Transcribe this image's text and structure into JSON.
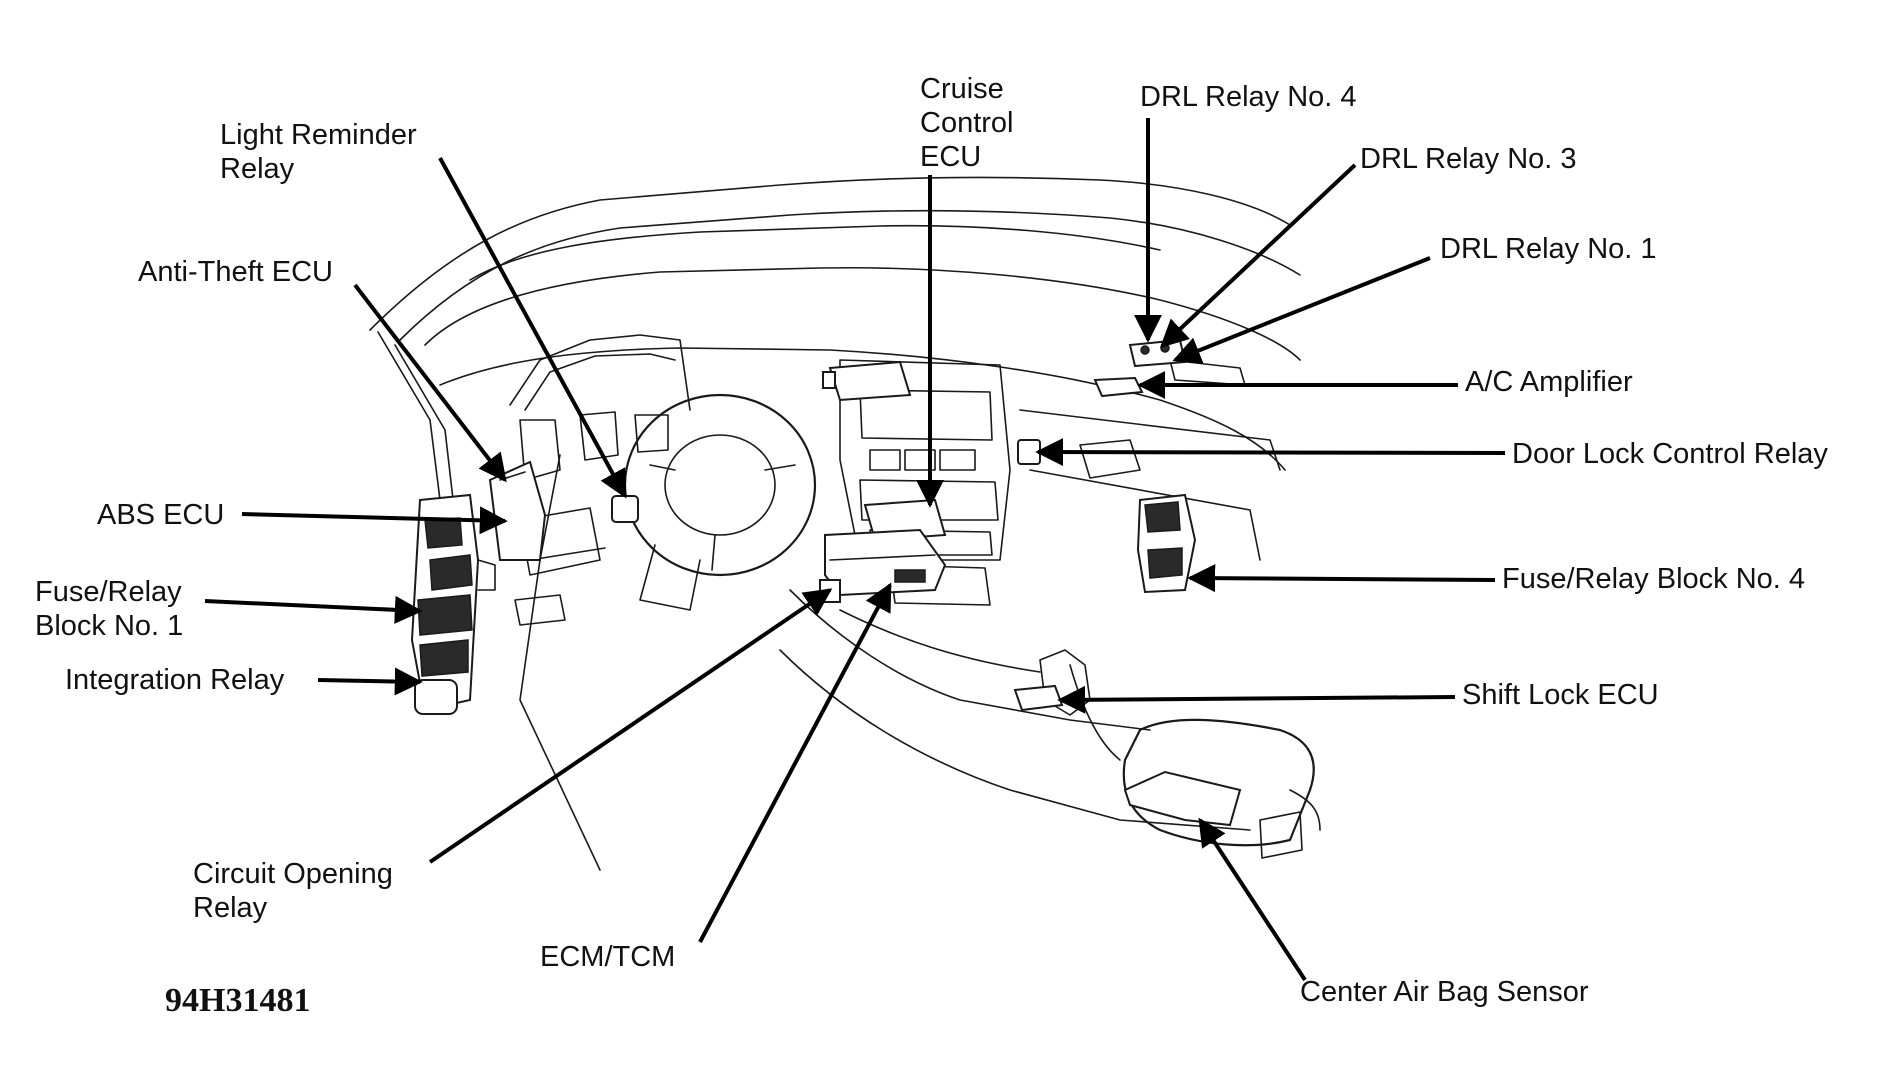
{
  "figure_code": "94H31481",
  "labels": {
    "light_reminder_relay": [
      "Light Reminder",
      "Relay"
    ],
    "anti_theft_ecu": "Anti-Theft ECU",
    "abs_ecu": "ABS ECU",
    "fuse_relay_block_1": [
      "Fuse/Relay",
      "Block No. 1"
    ],
    "integration_relay": "Integration Relay",
    "circuit_opening_relay": [
      "Circuit Opening",
      "Relay"
    ],
    "ecm_tcm": "ECM/TCM",
    "cruise_control_ecu": [
      "Cruise",
      "Control",
      "ECU"
    ],
    "drl_relay_4": "DRL Relay No. 4",
    "drl_relay_3": "DRL Relay No. 3",
    "drl_relay_1": "DRL Relay No. 1",
    "ac_amplifier": "A/C Amplifier",
    "door_lock_control_relay": "Door Lock Control Relay",
    "fuse_relay_block_4": "Fuse/Relay Block No. 4",
    "shift_lock_ecu": "Shift Lock ECU",
    "center_air_bag_sensor": "Center Air Bag Sensor"
  }
}
